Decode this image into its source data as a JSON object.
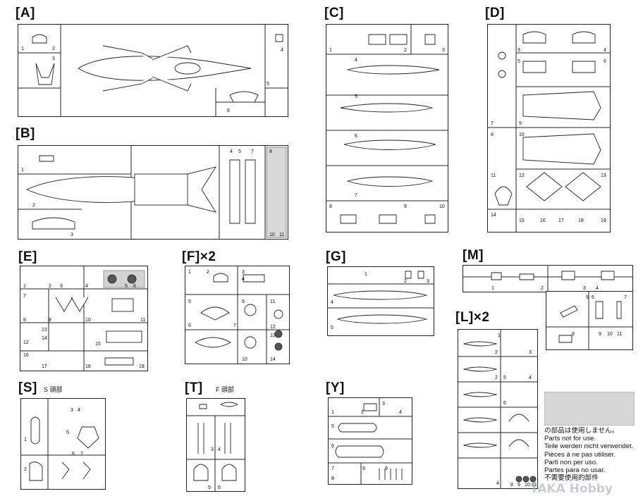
{
  "sprues": {
    "A": {
      "label": "[A]"
    },
    "B": {
      "label": "[B]"
    },
    "C": {
      "label": "[C]"
    },
    "D": {
      "label": "[D]"
    },
    "E": {
      "label": "[E]"
    },
    "F": {
      "label": "[F]×2"
    },
    "G": {
      "label": "[G]"
    },
    "M": {
      "label": "[M]"
    },
    "L": {
      "label": "[L]×2"
    },
    "S": {
      "label": "[S]",
      "sub": "S 頭部"
    },
    "T": {
      "label": "[T]",
      "sub": "F 頭部"
    },
    "Y": {
      "label": "[Y]"
    }
  },
  "legend": {
    "lines": [
      "の部品は使用しません。",
      "Parts not for use.",
      "Teile werden nicht verwendet.",
      "Pièces á ne pas utiliser.",
      "Parti non per uso.",
      "Partes para no usar.",
      "不需要使用的部件"
    ]
  },
  "watermark": "TAKA Hobby"
}
